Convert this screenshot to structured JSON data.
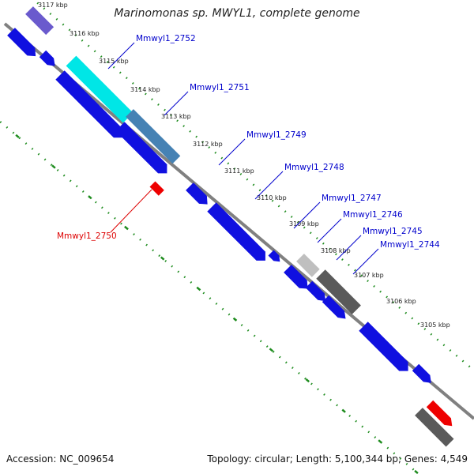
{
  "title": "Marinomonas sp. MWYL1, complete genome",
  "footer": {
    "accession": "Accession: NC_009654",
    "topology": "Topology: circular; Length: 5,100,344 bp; Genes: 4,549"
  },
  "colors": {
    "backbone": "#808080",
    "tick": "#1e8c1e",
    "cds_blue": "#1010e0",
    "cyan": "#00e6e6",
    "steel_blue": "#4682b4",
    "purple": "#6a5acd",
    "light_gray": "#bfbfbf",
    "dark_gray": "#5a5a5a",
    "red": "#ee0000",
    "label_blue": "#0000cc",
    "label_red": "#dd0000"
  },
  "ticks": [
    "3117 kbp",
    "3116 kbp",
    "3115 kbp",
    "3114 kbp",
    "3113 kbp",
    "3112 kbp",
    "3111 kbp",
    "3110 kbp",
    "3109 kbp",
    "3108 kbp",
    "3107 kbp",
    "3106 kbp",
    "3105 kbp"
  ],
  "gene_labels": [
    {
      "text": "Mmwyl1_2752",
      "color": "label_blue"
    },
    {
      "text": "Mmwyl1_2751",
      "color": "label_blue"
    },
    {
      "text": "Mmwyl1_2749",
      "color": "label_blue"
    },
    {
      "text": "Mmwyl1_2748",
      "color": "label_blue"
    },
    {
      "text": "Mmwyl1_2747",
      "color": "label_blue"
    },
    {
      "text": "Mmwyl1_2746",
      "color": "label_blue"
    },
    {
      "text": "Mmwyl1_2745",
      "color": "label_blue"
    },
    {
      "text": "Mmwyl1_2744",
      "color": "label_blue"
    },
    {
      "text": "Mmwyl1_2750",
      "color": "label_red"
    }
  ]
}
